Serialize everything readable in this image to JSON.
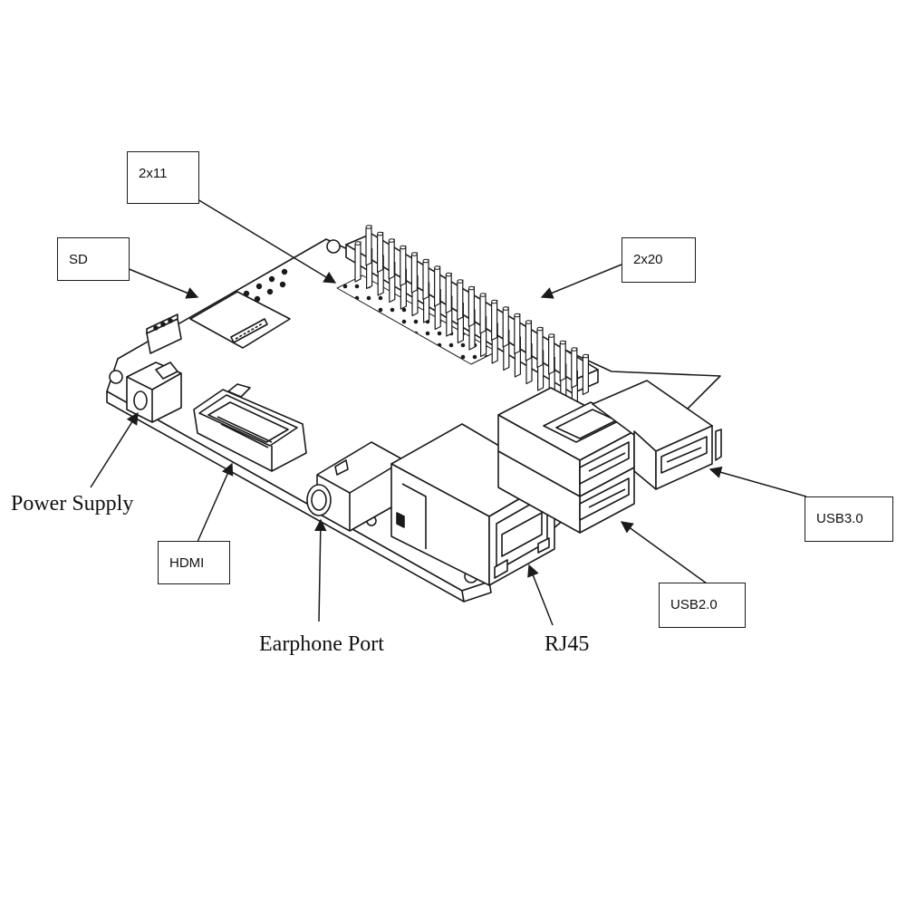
{
  "labels": {
    "pin_2x11": "2x11",
    "sd": "SD",
    "pin_2x20": "2x20",
    "usb3": "USB3.0",
    "usb2": "USB2.0",
    "hdmi": "HDMI",
    "power_supply": "Power Supply",
    "earphone_port": "Earphone Port",
    "rj45": "RJ45"
  },
  "colors": {
    "line": "#1a1a1a",
    "fill": "#ffffff"
  }
}
